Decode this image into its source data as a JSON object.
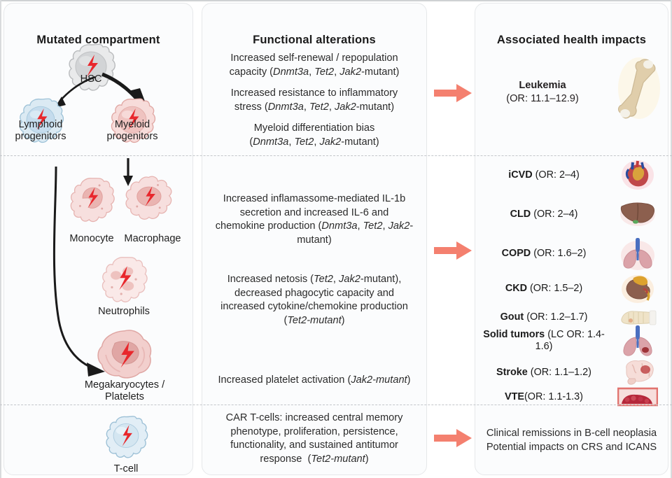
{
  "figure": {
    "columns": [
      {
        "id": "mutated-compartment",
        "title": "Mutated compartment"
      },
      {
        "id": "functional-alterations",
        "title": "Functional alterations"
      },
      {
        "id": "associated-health-impacts",
        "title": "Associated health impacts"
      }
    ],
    "accent_arrow_color": "#f4806f",
    "panel_bg": "#fbfcfd",
    "panel_border": "#e6e8ea",
    "divider_color": "#c3c6ca"
  },
  "left_column": {
    "cells": [
      {
        "id": "hsc",
        "label": "HSC",
        "color": "#d6d7d8",
        "type": "stem"
      },
      {
        "id": "lymphoid-progenitors",
        "label": "Lymphoid\nprogenitors",
        "color": "#cfe0ea",
        "type": "progenitor"
      },
      {
        "id": "myeloid-progenitors",
        "label": "Myeloid\nprogenitors",
        "color": "#f2cfcd",
        "type": "progenitor"
      },
      {
        "id": "monocyte",
        "label": "Monocyte",
        "color": "#f3d7d6",
        "type": "monocyte"
      },
      {
        "id": "macrophage",
        "label": "Macrophage",
        "color": "#f3d7d6",
        "type": "macrophage"
      },
      {
        "id": "neutrophils",
        "label": "Neutrophils",
        "color": "#f7e0df",
        "type": "neutrophil"
      },
      {
        "id": "megakaryocytes",
        "label": "Megakaryocytes /\nPlatelets",
        "color": "#efc9c7",
        "type": "megakaryocyte"
      },
      {
        "id": "t-cell",
        "label": "T-cell",
        "color": "#dce9f2",
        "type": "tcell"
      }
    ],
    "labels": {
      "hsc": "HSC",
      "lymphoid": "Lymphoid progenitors",
      "lymphoid_l1": "Lymphoid",
      "lymphoid_l2": "progenitors",
      "myeloid_l1": "Myeloid",
      "myeloid_l2": "progenitors",
      "monocyte": "Monocyte",
      "macrophage": "Macrophage",
      "neutrophils": "Neutrophils",
      "megakaryocytes_l1": "Megakaryocytes /",
      "megakaryocytes_l2": "Platelets",
      "tcell": "T-cell"
    }
  },
  "middle_column": {
    "blocks": [
      {
        "id": "self-renewal",
        "lines": [
          "Increased self-renewal / repopulation",
          "capacity (Dnmt3a, Tet2, Jak2-mutant)"
        ]
      },
      {
        "id": "inflammatory-resistance",
        "lines": [
          "Increased resistance to inflammatory",
          "stress (Dnmt3a, Tet2, Jak2-mutant)"
        ]
      },
      {
        "id": "myeloid-bias",
        "lines": [
          "Myeloid differentiation bias",
          "(Dnmt3a, Tet2, Jak2-mutant)"
        ]
      },
      {
        "id": "inflammasome-il1b",
        "lines": [
          "Increased inflamassome-mediated IL-1b",
          "secretion and increased IL-6  and",
          "chemokine production (Dnmt3a, Tet2, Jak2-",
          "mutant)"
        ]
      },
      {
        "id": "netosis-phagocytosis",
        "lines": [
          "Increased netosis (Tet2, Jak2-mutant),",
          "decreased phagocytic capacity and",
          "increased cytokine/chemokine production",
          "(Tet2-mutant)"
        ]
      },
      {
        "id": "platelet-activation",
        "lines": [
          "Increased platelet activation (Jak2-mutant)"
        ]
      },
      {
        "id": "car-t-cells",
        "lines": [
          "CAR T-cells: increased central memory",
          "phenotype, proliferation, persistence,",
          "functionality, and sustained antitumor",
          "response  (Tet2-mutant)"
        ]
      }
    ]
  },
  "right_column": {
    "leukemia": {
      "name": "Leukemia",
      "or": "(OR: 11.1–12.9)",
      "icon": "bone-icon"
    },
    "impacts": [
      {
        "name": "iCVD",
        "or": "(OR: 2–4)",
        "icon": "heart-icon"
      },
      {
        "name": "CLD",
        "or": "(OR: 2–4)",
        "icon": "liver-icon"
      },
      {
        "name": "COPD",
        "or": "(OR: 1.6–2)",
        "icon": "lungs-icon"
      },
      {
        "name": "CKD",
        "or": "(OR: 1.5–2)",
        "icon": "kidney-icon"
      },
      {
        "name": "Gout",
        "or": "(OR: 1.2–1.7)",
        "icon": "hand-icon"
      },
      {
        "name": "Solid tumors",
        "or": "(LC OR: 1.4-1.6)",
        "icon": "lung-tumor-icon",
        "wrap": true
      },
      {
        "name": "Stroke",
        "or": "(OR: 1.1–1.2)",
        "icon": "brain-icon"
      },
      {
        "name": "VTE",
        "or": "(OR: 1.1-1.3)",
        "icon": "thrombus-icon"
      }
    ],
    "car_t_outcome": {
      "line1": "Clinical remissions in B-cell neoplasia",
      "line2": "Potential impacts on CRS and ICANS"
    }
  }
}
